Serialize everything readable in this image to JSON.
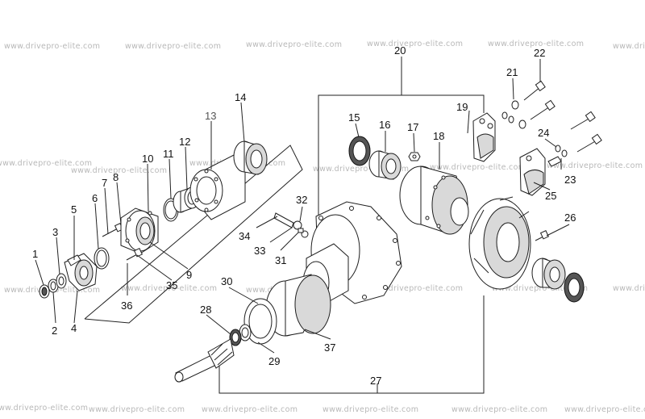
{
  "watermark": "www.drivepro-elite.com",
  "callouts": [
    {
      "id": "c1",
      "text": "1"
    },
    {
      "id": "c2",
      "text": "2"
    },
    {
      "id": "c3",
      "text": "3"
    },
    {
      "id": "c4",
      "text": "4"
    },
    {
      "id": "c5",
      "text": "5"
    },
    {
      "id": "c6",
      "text": "6"
    },
    {
      "id": "c7",
      "text": "7"
    },
    {
      "id": "c8",
      "text": "8"
    },
    {
      "id": "c9",
      "text": "9"
    },
    {
      "id": "c10",
      "text": "10"
    },
    {
      "id": "c11",
      "text": "11"
    },
    {
      "id": "c12",
      "text": "12"
    },
    {
      "id": "c13",
      "text": "13"
    },
    {
      "id": "c14",
      "text": "14"
    },
    {
      "id": "c15",
      "text": "15"
    },
    {
      "id": "c16",
      "text": "16"
    },
    {
      "id": "c17",
      "text": "17"
    },
    {
      "id": "c18",
      "text": "18"
    },
    {
      "id": "c19",
      "text": "19"
    },
    {
      "id": "c20",
      "text": "20"
    },
    {
      "id": "c21",
      "text": "21"
    },
    {
      "id": "c22",
      "text": "22"
    },
    {
      "id": "c23",
      "text": "23"
    },
    {
      "id": "c24",
      "text": "24"
    },
    {
      "id": "c25",
      "text": "25"
    },
    {
      "id": "c26",
      "text": "26"
    },
    {
      "id": "c27",
      "text": "27"
    },
    {
      "id": "c28",
      "text": "28"
    },
    {
      "id": "c29",
      "text": "29"
    },
    {
      "id": "c30",
      "text": "30"
    },
    {
      "id": "c31",
      "text": "31"
    },
    {
      "id": "c32",
      "text": "32"
    },
    {
      "id": "c33",
      "text": "33"
    },
    {
      "id": "c34",
      "text": "34"
    },
    {
      "id": "c35",
      "text": "35"
    },
    {
      "id": "c36",
      "text": "36"
    },
    {
      "id": "c37",
      "text": "37"
    }
  ]
}
